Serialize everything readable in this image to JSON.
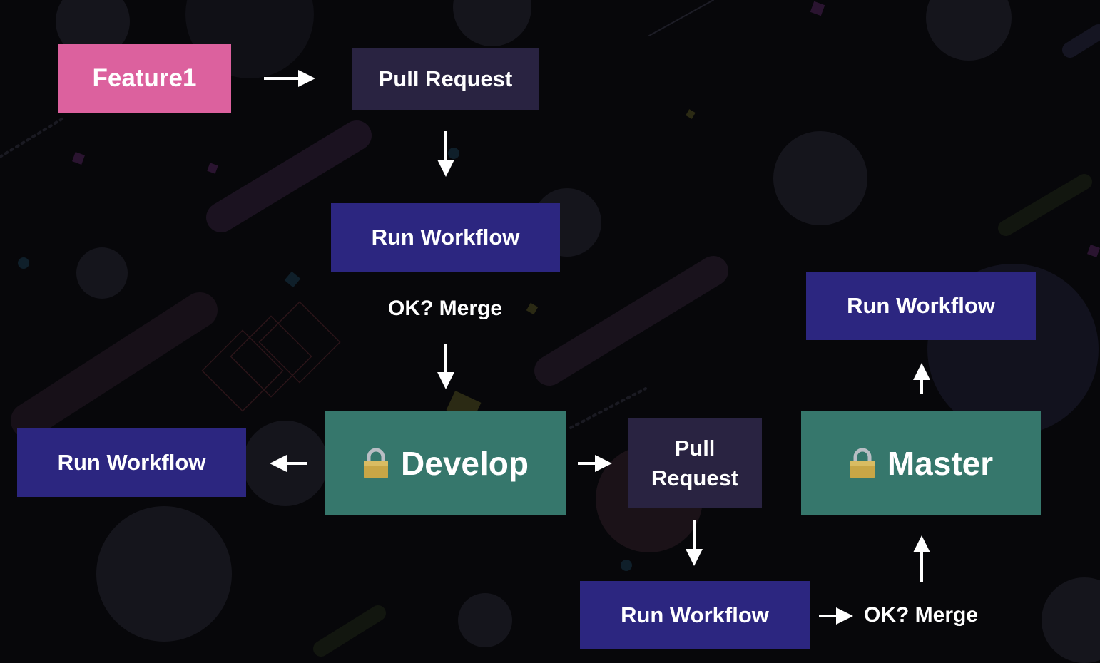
{
  "colors": {
    "background": "#07070a",
    "feature": "#dc619e",
    "pull_request": "#292341",
    "run_workflow": "#2c2680",
    "branch": "#36776c",
    "arrow": "#ffffff",
    "lock_body": "#c8a646",
    "lock_shackle": "#b9bec4"
  },
  "icons": {
    "lock": "lock-icon",
    "arrow": "arrow-icon"
  },
  "nodes": {
    "feature": "Feature1",
    "pr_top": "Pull Request",
    "rw_top": "Run Workflow",
    "develop": "Develop",
    "rw_left": "Run Workflow",
    "pr_mid_line1": "Pull",
    "pr_mid_line2": "Request",
    "rw_bottom": "Run Workflow",
    "master": "Master",
    "rw_right": "Run Workflow"
  },
  "labels": {
    "ok_merge_top": "OK? Merge",
    "ok_merge_bottom": "OK? Merge"
  }
}
